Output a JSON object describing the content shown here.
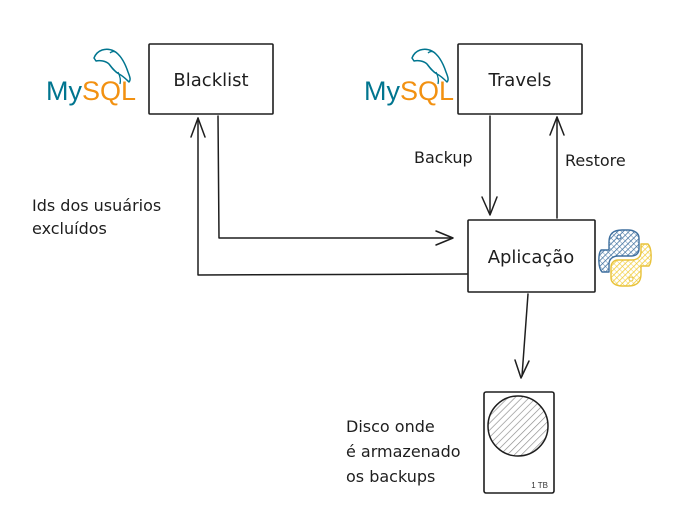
{
  "nodes": {
    "blacklist": {
      "label": "Blacklist",
      "db_logo": {
        "my": "My",
        "sql": "SQL"
      }
    },
    "travels": {
      "label": "Travels",
      "db_logo": {
        "my": "My",
        "sql": "SQL"
      }
    },
    "aplicacao": {
      "label": "Aplicação"
    },
    "disk": {
      "capacity": "1 TB"
    }
  },
  "edge_labels": {
    "backup": "Backup",
    "restore": "Restore",
    "ids_line1": "Ids dos usuários",
    "ids_line2": "excluídos"
  },
  "disk_caption": {
    "line1": "Disco onde",
    "line2": "é armazenado",
    "line3": "os backups"
  },
  "colors": {
    "mysql_blue": "#00758f",
    "mysql_orange": "#f29111",
    "python_blue": "#3e6f9e",
    "python_yellow": "#f5d449",
    "disk_hatch": "#8a8a8a"
  }
}
